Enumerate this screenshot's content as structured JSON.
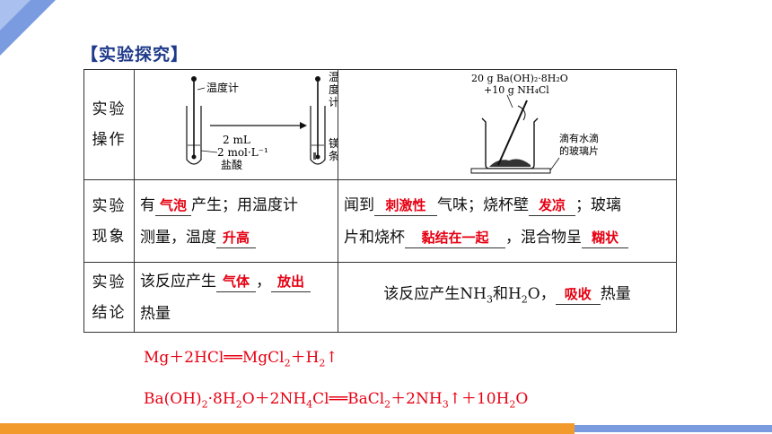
{
  "heading": "【实验探究】",
  "table": {
    "row_operation": {
      "label_line1": "实验",
      "label_line2": "操作"
    },
    "row_phenomenon": {
      "label_line1": "实验",
      "label_line2": "现象"
    },
    "row_conclusion": {
      "label_line1": "实验",
      "label_line2": "结论"
    },
    "diagram1": {
      "thermometer_label": "温度计",
      "thermometer_label_vertical": [
        "温",
        "度",
        "计"
      ],
      "acid_line1": "2 mL",
      "acid_line2": "2 mol·L⁻¹",
      "acid_line3": "盐酸",
      "mg_label_vertical": [
        "镁",
        "条"
      ]
    },
    "diagram2": {
      "reagent_line1": "20 g Ba(OH)₂·8H₂O",
      "reagent_line2": "+10 g NH₄Cl",
      "glass_line1": "滴有水滴",
      "glass_line2": "的玻璃片"
    },
    "phen1": {
      "t1": "有",
      "b1": "气泡",
      "t2": "产生；用温度计",
      "t3": "测量，温度",
      "b2": "升高"
    },
    "phen2": {
      "t1": "闻到",
      "b1": "刺激性",
      "t2": "气味；烧杯壁",
      "b2": "发凉",
      "t3": "；玻璃",
      "t4": "片和烧杯",
      "b3": "黏结在一起",
      "t5": "，混合物呈",
      "b4": "糊状"
    },
    "conc1": {
      "t1": "该反应产生",
      "b1": "气体",
      "t2": "，",
      "b2": "放出",
      "t3": "热量"
    },
    "conc2": {
      "t1": "该反应产生NH",
      "s1": "3",
      "t2": "和H",
      "s2": "2",
      "t3": "O，",
      "b1": "吸收",
      "t4": "热量"
    }
  },
  "equations": {
    "eq1": {
      "a": "Mg＋2HCl══MgCl",
      "s1": "2",
      "b": "＋H",
      "s2": "2",
      "c": "↑"
    },
    "eq2": {
      "a": "Ba(OH)",
      "s1": "2",
      "b": "·8H",
      "s2": "2",
      "c": "O＋2NH",
      "s3": "4",
      "d": "Cl══BaCl",
      "s4": "2",
      "e": "＋2NH",
      "s5": "3",
      "f": "↑＋10H",
      "s6": "2",
      "g": "O"
    }
  },
  "colors": {
    "accent_red": "#e60012",
    "heading_blue": "#1f3a8a",
    "bar_orange": "#f39a2c",
    "bar_blue": "#7b9be0"
  }
}
